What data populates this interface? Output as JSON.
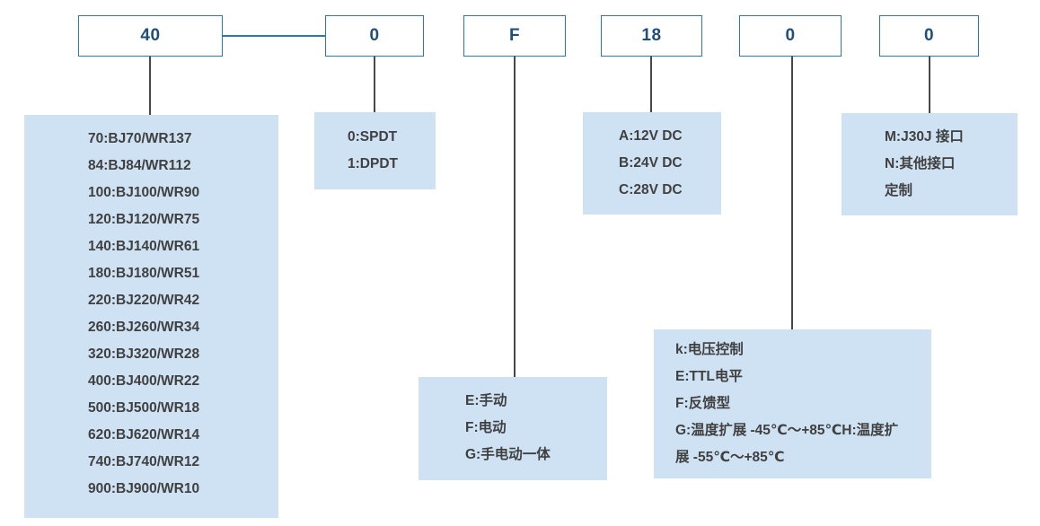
{
  "colors": {
    "box_border": "#2E75B6",
    "code_text": "#1F4E79",
    "panel_bg": "#CFE2F3",
    "option_text": "#404040",
    "connector_line": "#474747",
    "link_line": "#2E75B6"
  },
  "columns": [
    {
      "code": "40",
      "options": [
        "70:BJ70/WR137",
        "84:BJ84/WR112",
        "100:BJ100/WR90",
        "120:BJ120/WR75",
        "140:BJ140/WR61",
        "180:BJ180/WR51",
        "220:BJ220/WR42",
        "260:BJ260/WR34",
        "320:BJ320/WR28",
        "400:BJ400/WR22",
        "500:BJ500/WR18",
        "620:BJ620/WR14",
        "740:BJ740/WR12",
        "900:BJ900/WR10"
      ]
    },
    {
      "code": "0",
      "options": [
        "0:SPDT",
        "1:DPDT"
      ]
    },
    {
      "code": "F",
      "options": [
        "E:手动",
        "F:电动",
        "G:手电动一体"
      ]
    },
    {
      "code": "18",
      "options": [
        "A:12V DC",
        "B:24V DC",
        "C:28V DC"
      ]
    },
    {
      "code": "0",
      "options": [
        "k:电压控制",
        "E:TTL电平",
        "F:反馈型",
        "G:温度扩展 -45℃～+85℃H:温度扩",
        "展 -55℃～+85℃"
      ]
    },
    {
      "code": "0",
      "options": [
        "M:J30J 接口",
        "N:其他接口",
        "定制"
      ]
    }
  ]
}
